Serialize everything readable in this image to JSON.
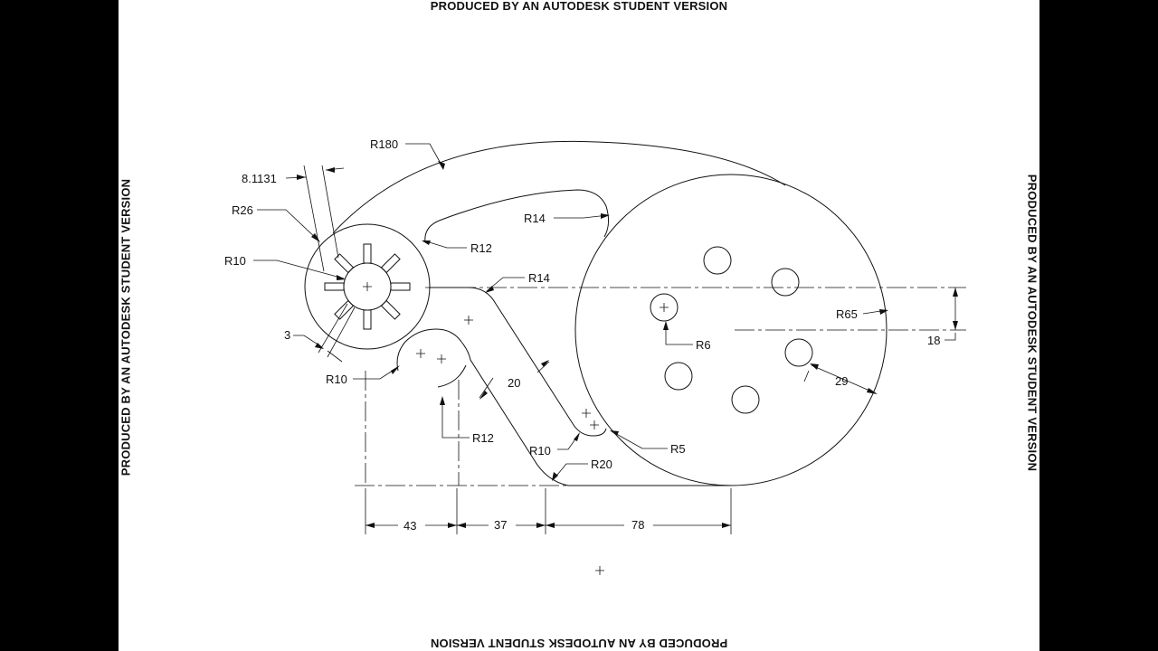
{
  "watermark": {
    "top": "PRODUCED BY AN AUTODESK STUDENT VERSION",
    "bottom": "PRODUCED BY AN AUTODESK STUDENT VERSION",
    "left": "PRODUCED BY AN AUTODESK STUDENT VERSION",
    "right": "PRODUCED BY AN AUTODESK STUDENT VERSION"
  },
  "dimensions": {
    "r180": "R180",
    "d8_1131": "8.1131",
    "r26": "R26",
    "r10_hub": "R10",
    "d3": "3",
    "r10_small": "R10",
    "r12_upper": "R12",
    "r14_upper": "R14",
    "r14_mid": "R14",
    "r65": "R65",
    "r6": "R6",
    "d18": "18",
    "d29": "29",
    "d20": "20",
    "r12_lower": "R12",
    "r10_slot": "R10",
    "r5": "R5",
    "r20": "R20",
    "d43": "43",
    "d37": "37",
    "d78": "78"
  },
  "colors": {
    "background": "#000000",
    "sheet": "#ffffff",
    "ink": "#111111"
  }
}
